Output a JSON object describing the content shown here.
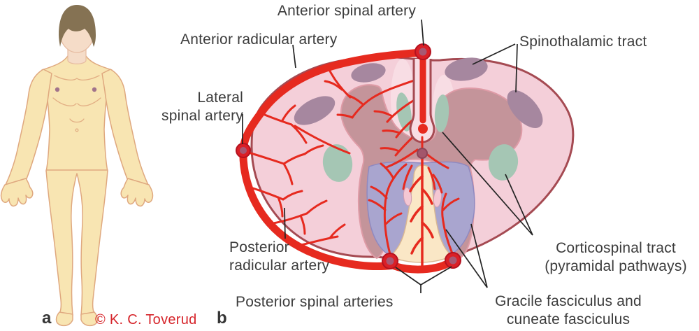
{
  "figure": {
    "panel_a_letter": "a",
    "panel_b_letter": "b",
    "credit": "© K. C. Toverud",
    "labels": {
      "anterior_spinal_artery": "Anterior spinal artery",
      "anterior_radicular_artery": "Anterior radicular artery",
      "spinothalamic_tract": "Spinothalamic tract",
      "lateral_spinal_artery": "Lateral\nspinal artery",
      "posterior_radicular_artery": "Posterior\nradicular artery",
      "posterior_spinal_arteries": "Posterior spinal arteries",
      "corticospinal_tract": "Corticospinal tract\n(pyramidal pathways)",
      "gracile_cuneate": "Gracile fasciculus and\ncuneate fasciculus"
    },
    "colors": {
      "artery_red": "#e62a1f",
      "section_fill": "#f4cfd9",
      "section_outline": "#a54a52",
      "gray_matter": "#c4949a",
      "tract_purple": "#a6879f",
      "tract_teal": "#a5c6b4",
      "posterior_column_blue": "#a9a5cf",
      "gracile_cream": "#fae7c6",
      "light_pink": "#f8dde4",
      "skin": "#f8e5b2",
      "face": "#f5dcc8",
      "hair": "#857253",
      "label_text": "#3c3c3c",
      "credit_red": "#d6252b"
    }
  }
}
